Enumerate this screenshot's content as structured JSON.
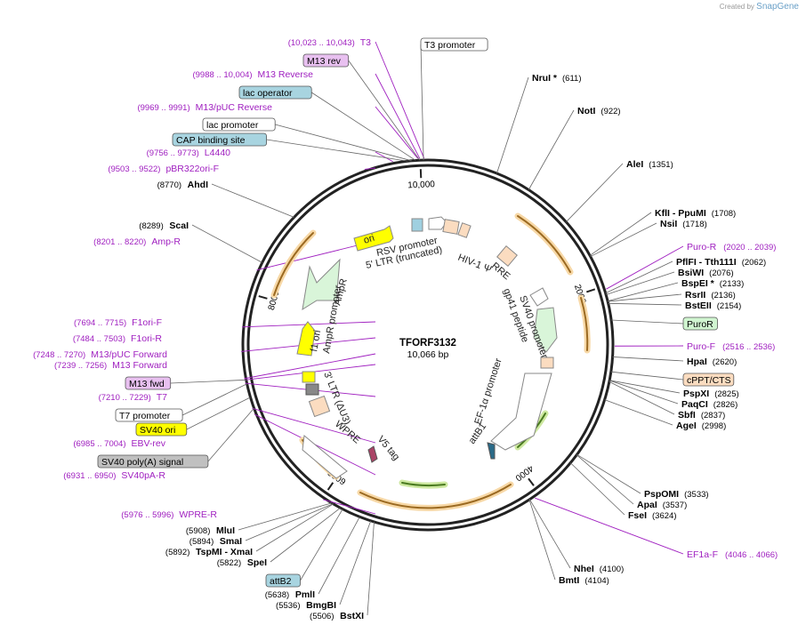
{
  "credit": {
    "prefix": "Created by",
    "brand": "SnapGene"
  },
  "center": {
    "name": "TFORF3132",
    "size": "10,066 bp"
  },
  "ticks": [
    {
      "label": "10,000",
      "bp": 10000
    },
    {
      "label": "2000",
      "bp": 2000
    },
    {
      "label": "4000",
      "bp": 4000
    },
    {
      "label": "6000",
      "bp": 6000
    },
    {
      "label": "8000",
      "bp": 8000
    }
  ],
  "sites_right": [
    {
      "name": "NruI *",
      "pos": "(611)",
      "bp": 611
    },
    {
      "name": "NotI",
      "pos": "(922)",
      "bp": 922
    },
    {
      "name": "AleI",
      "pos": "(1351)",
      "bp": 1351
    },
    {
      "name": "KflI - PpuMI",
      "pos": "(1708)",
      "bp": 1708
    },
    {
      "name": "NsiI",
      "pos": "(1718)",
      "bp": 1718
    },
    {
      "name": "PflFI - Tth111I",
      "pos": "(2062)",
      "bp": 2062
    },
    {
      "name": "BsiWI",
      "pos": "(2076)",
      "bp": 2076
    },
    {
      "name": "BspEI *",
      "pos": "(2133)",
      "bp": 2133
    },
    {
      "name": "RsrII",
      "pos": "(2136)",
      "bp": 2136
    },
    {
      "name": "BstEII",
      "pos": "(2154)",
      "bp": 2154
    },
    {
      "name": "HpaI",
      "pos": "(2620)",
      "bp": 2620
    },
    {
      "name": "PspXI",
      "pos": "(2825)",
      "bp": 2825
    },
    {
      "name": "PaqCI",
      "pos": "(2826)",
      "bp": 2826
    },
    {
      "name": "SbfI",
      "pos": "(2837)",
      "bp": 2837
    },
    {
      "name": "AgeI",
      "pos": "(2998)",
      "bp": 2998
    },
    {
      "name": "PspOMI",
      "pos": "(3533)",
      "bp": 3533
    },
    {
      "name": "ApaI",
      "pos": "(3537)",
      "bp": 3537
    },
    {
      "name": "FseI",
      "pos": "(3624)",
      "bp": 3624
    },
    {
      "name": "NheI",
      "pos": "(4100)",
      "bp": 4100
    },
    {
      "name": "BmtI",
      "pos": "(4104)",
      "bp": 4104
    }
  ],
  "sites_left": [
    {
      "name": "AhdI",
      "pos": "(8770)",
      "bp": 8770
    },
    {
      "name": "ScaI",
      "pos": "(8289)",
      "bp": 8289
    },
    {
      "name": "MluI",
      "pos": "(5908)",
      "bp": 5908
    },
    {
      "name": "SmaI",
      "pos": "(5894)",
      "bp": 5894
    },
    {
      "name": "TspMI - XmaI",
      "pos": "(5892)",
      "bp": 5892
    },
    {
      "name": "SpeI",
      "pos": "(5822)",
      "bp": 5822
    },
    {
      "name": "PmlI",
      "pos": "(5638)",
      "bp": 5638
    },
    {
      "name": "BmgBI",
      "pos": "(5536)",
      "bp": 5536
    },
    {
      "name": "BstXI",
      "pos": "(5506)",
      "bp": 5506
    }
  ],
  "primers": [
    {
      "name": "T3",
      "pos": "(10,023 .. 10,043)",
      "bp": 10033
    },
    {
      "name": "M13 Reverse",
      "pos": "(9988 .. 10,004)",
      "bp": 9996
    },
    {
      "name": "M13/pUC Reverse",
      "pos": "(9969 .. 9991)",
      "bp": 9980
    },
    {
      "name": "L4440",
      "pos": "(9756 .. 9773)",
      "bp": 9764
    },
    {
      "name": "pBR322ori-F",
      "pos": "(9503 .. 9522)",
      "bp": 9512
    },
    {
      "name": "Amp-R",
      "pos": "(8201 .. 8220)",
      "bp": 8210
    },
    {
      "name": "F1ori-F",
      "pos": "(7694 .. 7715)",
      "bp": 7704
    },
    {
      "name": "F1ori-R",
      "pos": "(7484 .. 7503)",
      "bp": 7493
    },
    {
      "name": "M13/pUC Forward",
      "pos": "(7248 .. 7270)",
      "bp": 7259
    },
    {
      "name": "M13 Forward",
      "pos": "(7239 .. 7256)",
      "bp": 7247
    },
    {
      "name": "T7",
      "pos": "(7210 .. 7229)",
      "bp": 7219
    },
    {
      "name": "EBV-rev",
      "pos": "(6985 .. 7004)",
      "bp": 6994
    },
    {
      "name": "SV40pA-R",
      "pos": "(6931 .. 6950)",
      "bp": 6940
    },
    {
      "name": "WPRE-R",
      "pos": "(5976 .. 5996)",
      "bp": 5986
    },
    {
      "name": "Puro-R",
      "pos": "(2020 .. 2039)",
      "bp": 2030
    },
    {
      "name": "Puro-F",
      "pos": "(2516 .. 2536)",
      "bp": 2526
    },
    {
      "name": "EF1a-F",
      "pos": "(4046 .. 4066)",
      "bp": 4056
    }
  ],
  "boxes": [
    {
      "text": "T3 promoter",
      "style": "white",
      "bp": 10028
    },
    {
      "text": "M13 rev",
      "style": "purple",
      "bp": 9996
    },
    {
      "text": "lac operator",
      "style": "blue",
      "bp": 9960
    },
    {
      "text": "lac promoter",
      "style": "white",
      "bp": 9925
    },
    {
      "text": "CAP binding site",
      "style": "blue",
      "bp": 9890
    },
    {
      "text": "M13 fwd",
      "style": "purple",
      "bp": 7245
    },
    {
      "text": "T7 promoter",
      "style": "white",
      "bp": 7210
    },
    {
      "text": "SV40 ori",
      "style": "yellow",
      "bp": 7090
    },
    {
      "text": "SV40 poly(A) signal",
      "style": "gray",
      "bp": 6990
    },
    {
      "text": "attB2",
      "style": "blue",
      "bp": 5800
    },
    {
      "text": "PuroR",
      "style": "green",
      "bp": 2300
    },
    {
      "text": "cPPT/CTS",
      "style": "orange",
      "bp": 2750
    }
  ],
  "inner_labels": [
    {
      "text": "ori"
    },
    {
      "text": "RSV promoter"
    },
    {
      "text": "5' LTR (truncated)"
    },
    {
      "text": "HIV-1 Ψ"
    },
    {
      "text": "RRE"
    },
    {
      "text": "gp41 peptide"
    },
    {
      "text": "SV40 promoter"
    },
    {
      "text": "EF-1α promoter"
    },
    {
      "text": "attB1"
    },
    {
      "text": "V5 tag"
    },
    {
      "text": "WPRE"
    },
    {
      "text": "3' LTR (ΔU3)"
    },
    {
      "text": "AmpR promoter"
    },
    {
      "text": "f1 ori"
    },
    {
      "text": "AmpR"
    }
  ],
  "colors": {
    "primer": "#a020c0",
    "backbone": "#000000",
    "orf_arrow": "#e8a23a"
  }
}
